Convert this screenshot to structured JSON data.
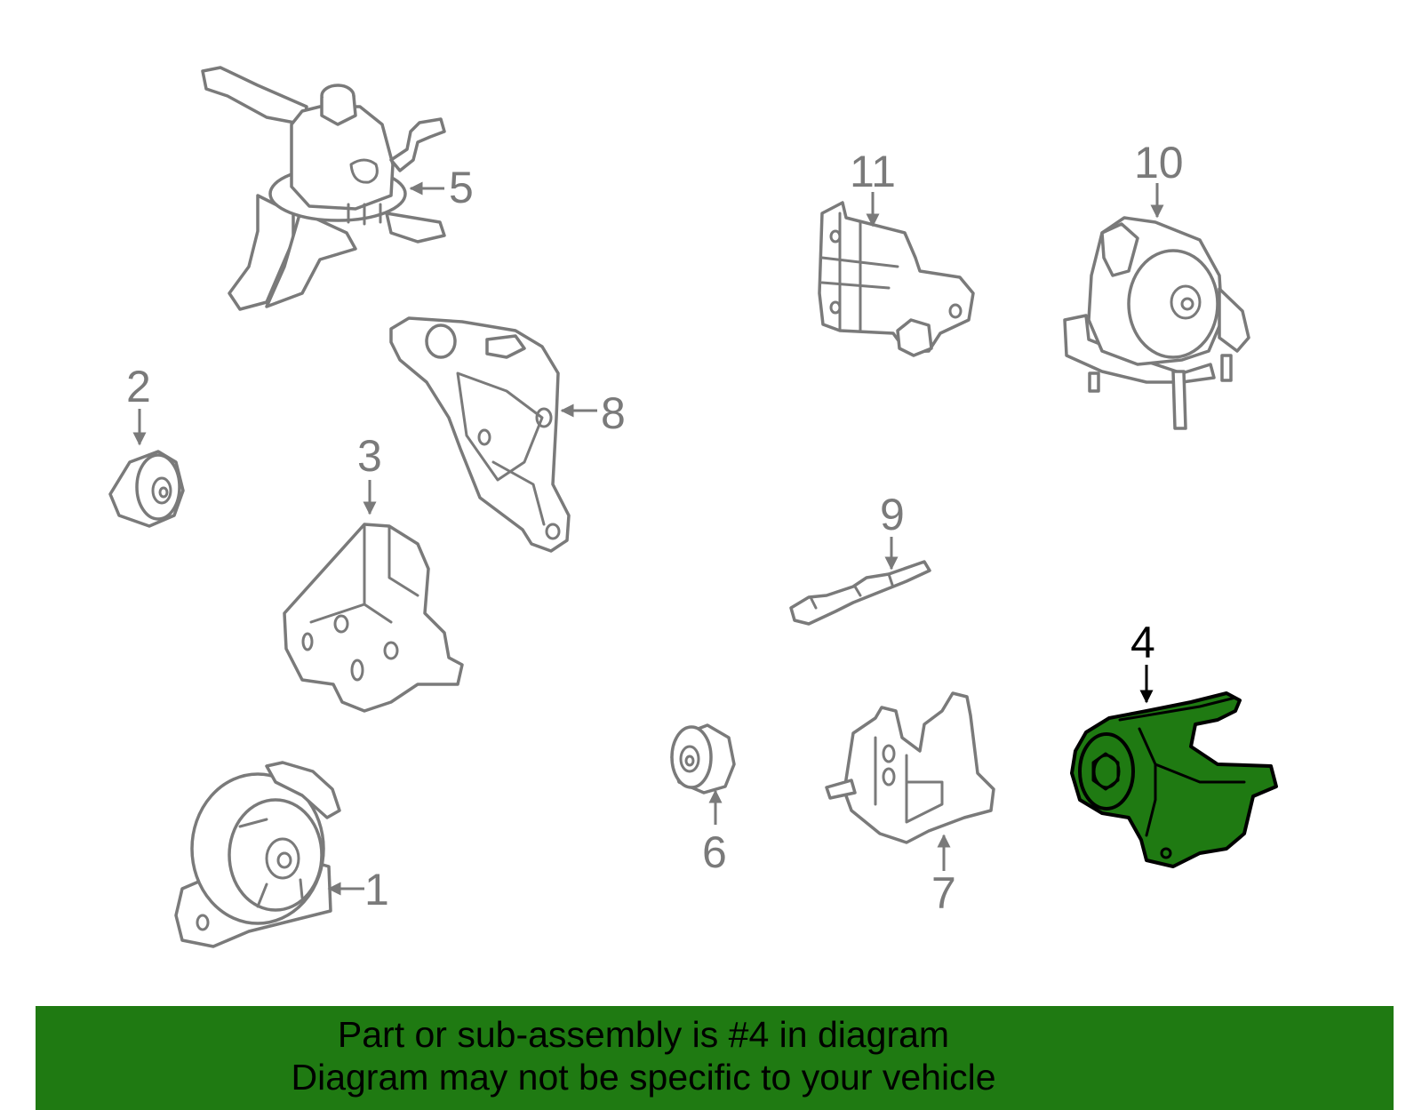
{
  "colors": {
    "highlight": "#1f7a12",
    "line": "#7a7a7a",
    "banner": "#1f7a12"
  },
  "callouts": [
    "1",
    "2",
    "3",
    "4",
    "5",
    "6",
    "7",
    "8",
    "9",
    "10",
    "11"
  ],
  "highlighted_part": "4",
  "banner": {
    "line1": "Part or sub-assembly is #4 in diagram",
    "line2": "Diagram may not be specific to your vehicle"
  }
}
